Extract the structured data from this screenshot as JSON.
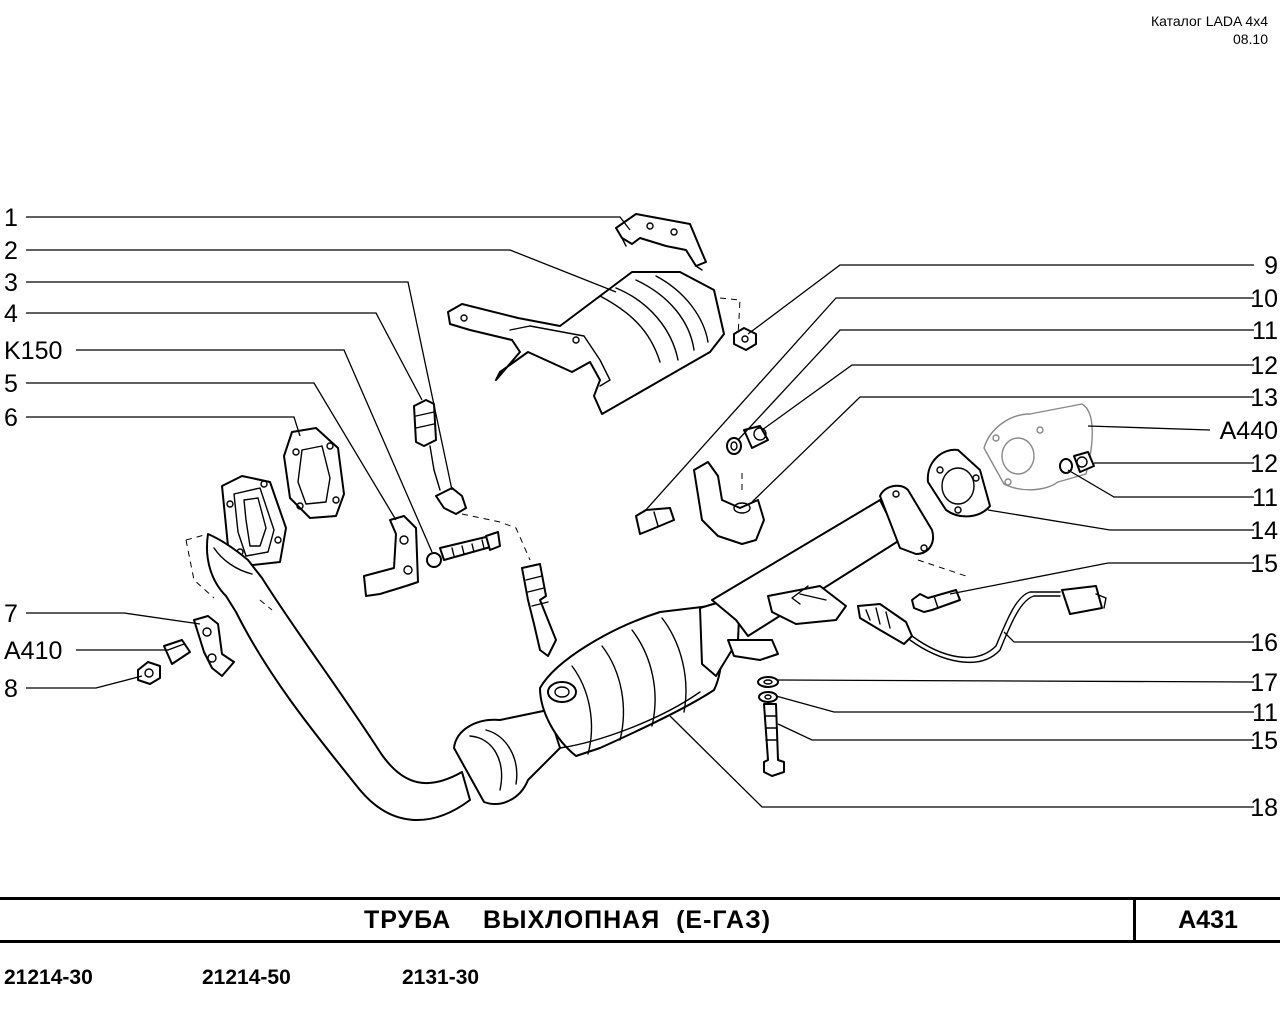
{
  "header": {
    "catalog": "Каталог  LADA  4x4",
    "date": "08.10"
  },
  "callouts_left": [
    "1",
    "2",
    "3",
    "4",
    "K150",
    "5",
    "6",
    "7",
    "A410",
    "8"
  ],
  "callouts_right": [
    "9",
    "10",
    "11",
    "12",
    "13",
    "A440",
    "12",
    "11",
    "14",
    "15",
    "16",
    "17",
    "11",
    "15",
    "18"
  ],
  "title": {
    "text": "ТРУБА    ВЫХЛОПНАЯ  (Е-ГАЗ)",
    "page_code": "A431"
  },
  "models": [
    "21214-30",
    "21214-50",
    "2131-30"
  ]
}
